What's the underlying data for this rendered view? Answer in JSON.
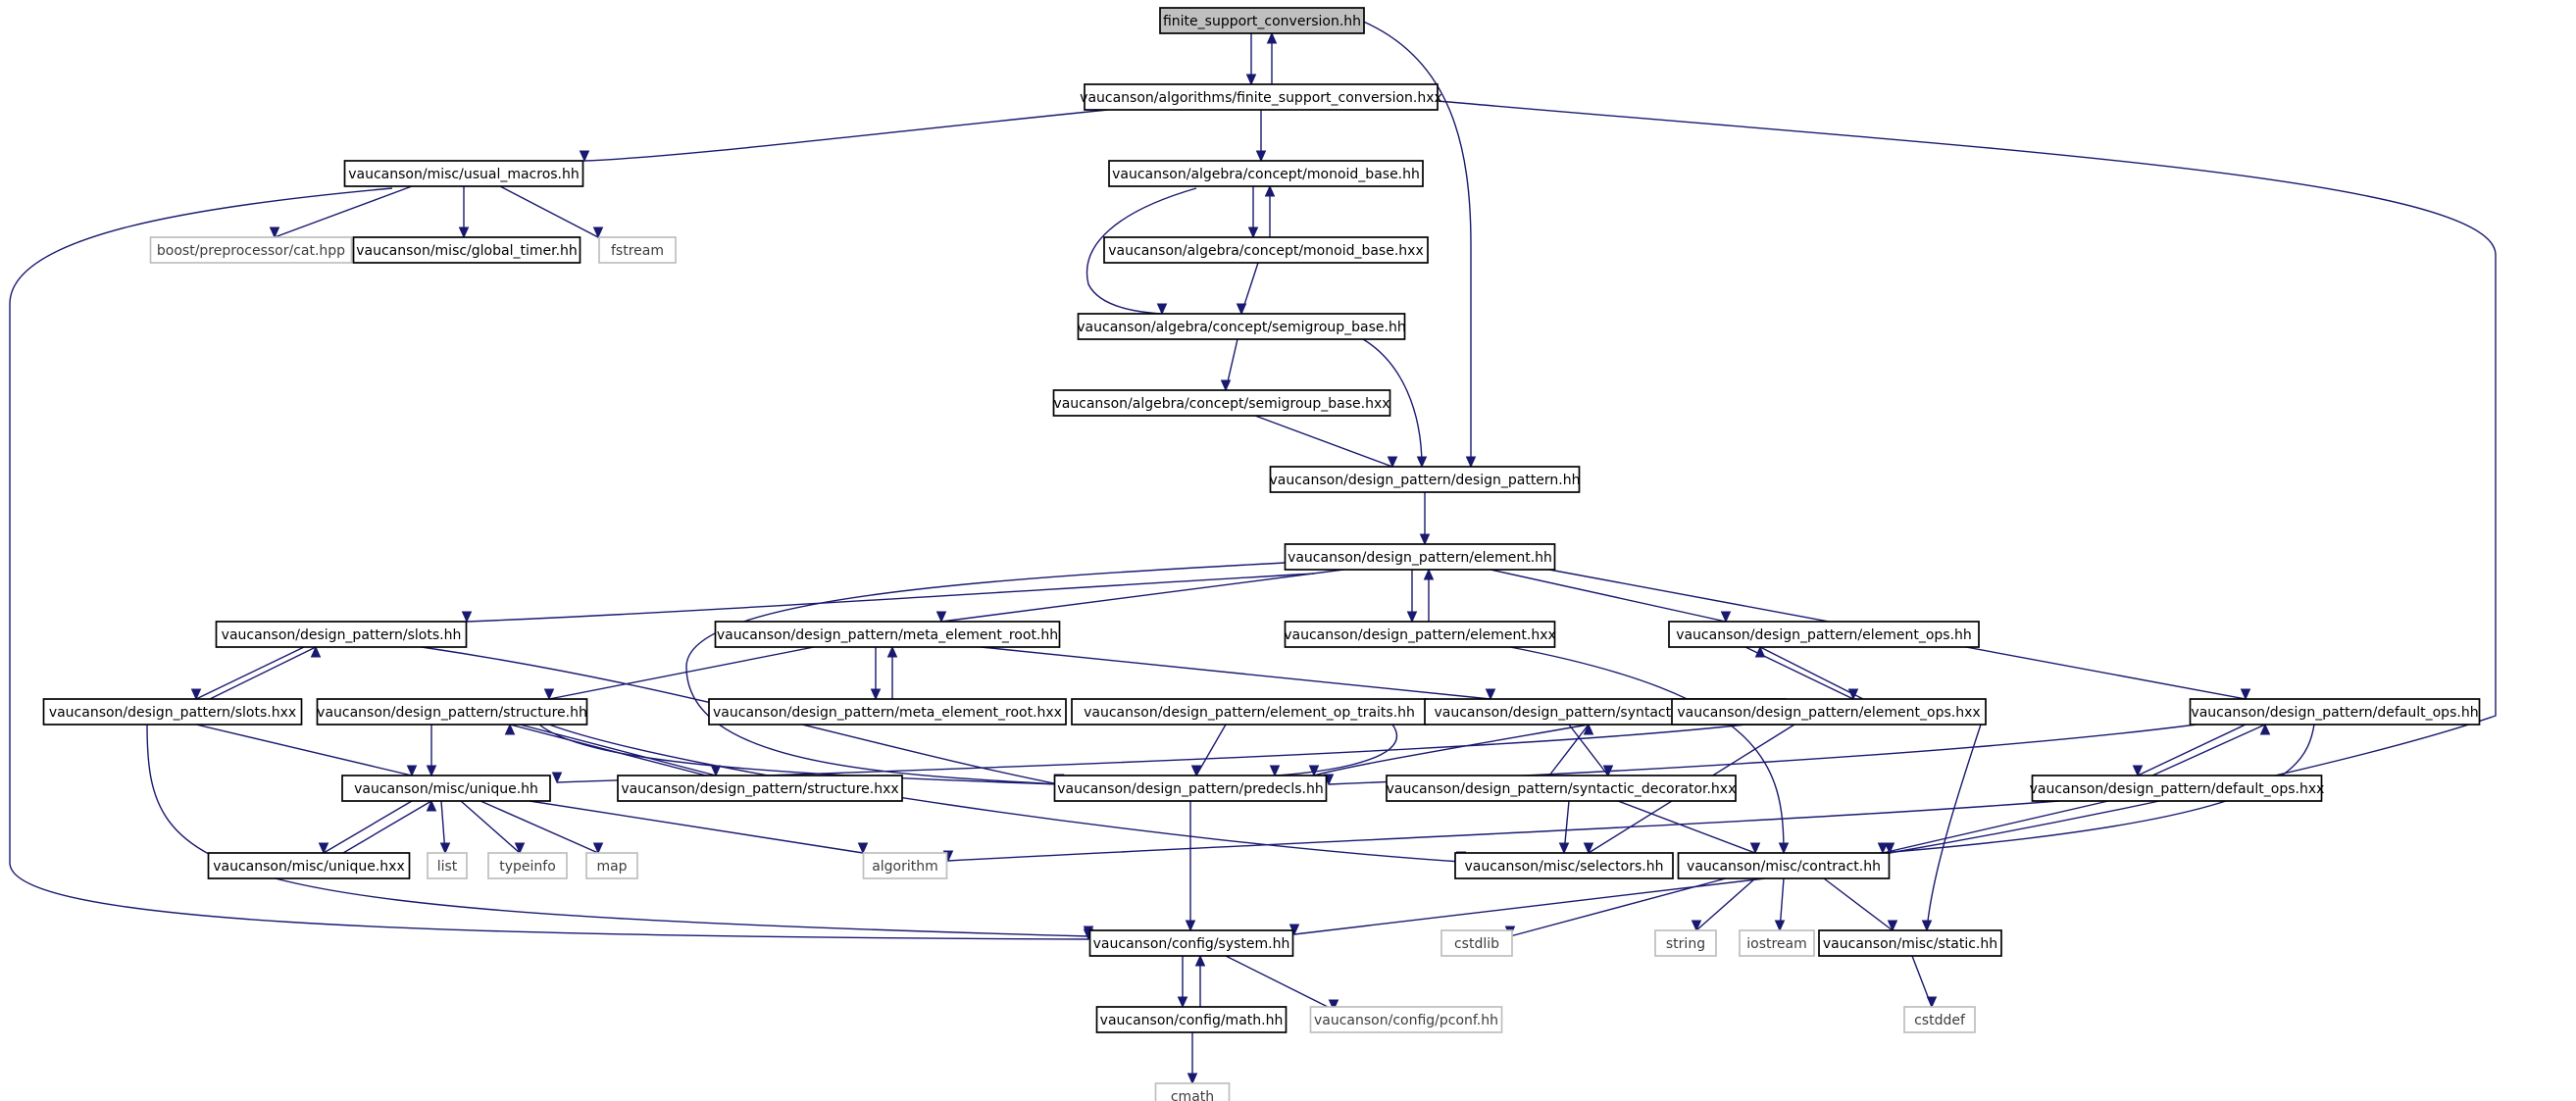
{
  "graph": {
    "colors": {
      "edge": "#191970",
      "node_border": "#000000",
      "external_border": "#bfbfbf",
      "root_fill": "#bfbfbf"
    },
    "nodes": [
      {
        "id": "n0",
        "label": "finite_support_conversion.hh",
        "root": true
      },
      {
        "id": "n1",
        "label": "vaucanson/algorithms/finite_support_conversion.hxx"
      },
      {
        "id": "n2",
        "label": "vaucanson/misc/usual_macros.hh"
      },
      {
        "id": "n3",
        "label": "boost/preprocessor/cat.hpp",
        "external": true
      },
      {
        "id": "n4",
        "label": "vaucanson/misc/global_timer.hh"
      },
      {
        "id": "n5",
        "label": "fstream",
        "external": true
      },
      {
        "id": "n6",
        "label": "vaucanson/algebra/concept/monoid_base.hh"
      },
      {
        "id": "n7",
        "label": "vaucanson/algebra/concept/monoid_base.hxx"
      },
      {
        "id": "n8",
        "label": "vaucanson/algebra/concept/semigroup_base.hh"
      },
      {
        "id": "n9",
        "label": "vaucanson/algebra/concept/semigroup_base.hxx"
      },
      {
        "id": "n10",
        "label": "vaucanson/design_pattern/design_pattern.hh"
      },
      {
        "id": "n11",
        "label": "vaucanson/design_pattern/element.hh"
      },
      {
        "id": "n12",
        "label": "vaucanson/design_pattern/slots.hh"
      },
      {
        "id": "n13",
        "label": "vaucanson/design_pattern/meta_element_root.hh"
      },
      {
        "id": "n14",
        "label": "vaucanson/design_pattern/element.hxx"
      },
      {
        "id": "n15",
        "label": "vaucanson/design_pattern/element_ops.hh"
      },
      {
        "id": "n16",
        "label": "vaucanson/design_pattern/slots.hxx"
      },
      {
        "id": "n17",
        "label": "vaucanson/design_pattern/structure.hh"
      },
      {
        "id": "n18",
        "label": "vaucanson/design_pattern/meta_element_root.hxx"
      },
      {
        "id": "n19",
        "label": "vaucanson/design_pattern/element_op_traits.hh"
      },
      {
        "id": "n20",
        "label": "vaucanson/design_pattern/syntactic_decorator.hh"
      },
      {
        "id": "n21",
        "label": "vaucanson/design_pattern/element_ops.hxx"
      },
      {
        "id": "n22",
        "label": "vaucanson/design_pattern/default_ops.hh"
      },
      {
        "id": "n23",
        "label": "vaucanson/misc/unique.hh"
      },
      {
        "id": "n24",
        "label": "vaucanson/design_pattern/structure.hxx"
      },
      {
        "id": "n25",
        "label": "vaucanson/design_pattern/predecls.hh"
      },
      {
        "id": "n26",
        "label": "vaucanson/design_pattern/syntactic_decorator.hxx"
      },
      {
        "id": "n27",
        "label": "vaucanson/design_pattern/default_ops.hxx"
      },
      {
        "id": "n28",
        "label": "vaucanson/misc/unique.hxx"
      },
      {
        "id": "n29",
        "label": "list",
        "external": true
      },
      {
        "id": "n30",
        "label": "typeinfo",
        "external": true
      },
      {
        "id": "n31",
        "label": "map",
        "external": true
      },
      {
        "id": "n32",
        "label": "algorithm",
        "external": true
      },
      {
        "id": "n33",
        "label": "vaucanson/misc/selectors.hh"
      },
      {
        "id": "n34",
        "label": "vaucanson/misc/contract.hh"
      },
      {
        "id": "n35",
        "label": "vaucanson/config/system.hh"
      },
      {
        "id": "n36",
        "label": "cstdlib",
        "external": true
      },
      {
        "id": "n37",
        "label": "string",
        "external": true
      },
      {
        "id": "n38",
        "label": "iostream",
        "external": true
      },
      {
        "id": "n39",
        "label": "vaucanson/misc/static.hh"
      },
      {
        "id": "n40",
        "label": "vaucanson/config/math.hh"
      },
      {
        "id": "n41",
        "label": "vaucanson/config/pconf.hh",
        "external": true
      },
      {
        "id": "n42",
        "label": "cstddef",
        "external": true
      },
      {
        "id": "n43",
        "label": "cmath",
        "external": true
      }
    ]
  }
}
